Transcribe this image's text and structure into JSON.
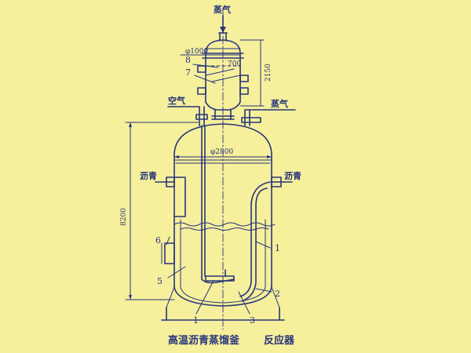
{
  "labels": {
    "steam_top": "蒸气",
    "steam_right": "蒸气",
    "air": "空气",
    "asphalt_left": "沥青",
    "asphalt_right": "沥青"
  },
  "dimensions": {
    "head_dia": "φ1000",
    "vessel_dia": "φ2800",
    "head_height": "2150",
    "vessel_height": "8200",
    "inner_dim": "700"
  },
  "parts": [
    "1",
    "2",
    "3",
    "5",
    "6",
    "7",
    "8"
  ],
  "caption": {
    "main": "高温沥青蒸馏釜",
    "sub": "反应器"
  },
  "colors": {
    "background": "#f6ef9c",
    "ink": "#26357a"
  }
}
